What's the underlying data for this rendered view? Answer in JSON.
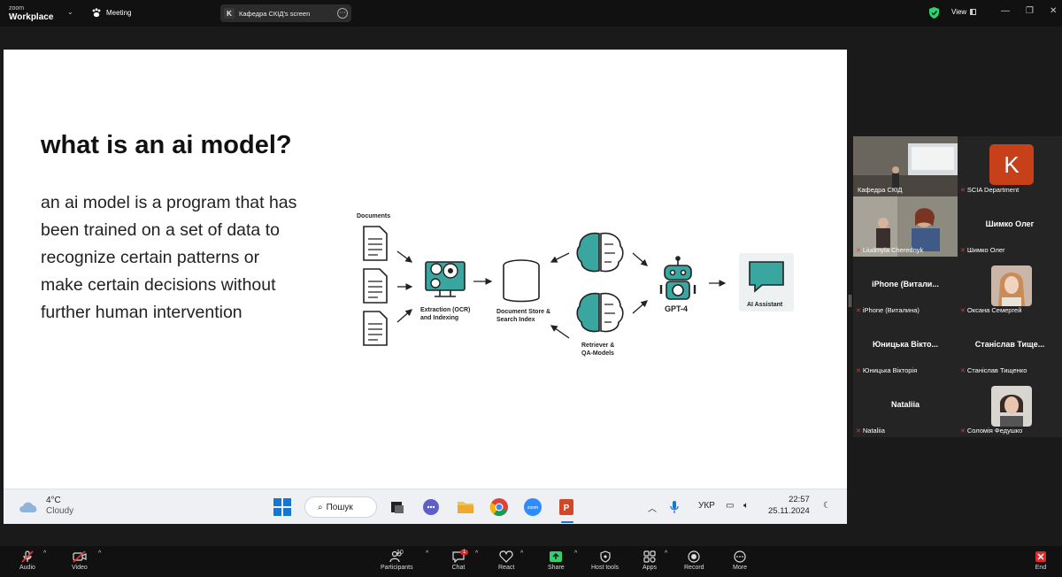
{
  "titlebar": {
    "brand_small": "zoom",
    "brand_big": "Workplace",
    "meeting_label": "Meeting",
    "shared_screen_initial": "K",
    "shared_screen_label": "Кафедра СКІД's screen",
    "view_label": "View"
  },
  "slide": {
    "title": "what is an ai model?",
    "body": "an ai model is a program that has been trained on a set of data to recognize certain patterns or make certain decisions without further human intervention",
    "diagram": {
      "documents": "Documents",
      "extraction_1": "Extraction (OCR)",
      "extraction_2": "and Indexing",
      "store_1": "Document Store &",
      "store_2": "Search Index",
      "retriever_1": "Retriever &",
      "retriever_2": "QA-Models",
      "gpt": "GPT-4",
      "assistant": "AI Assistant"
    }
  },
  "taskbar": {
    "temp": "4°C",
    "condition": "Cloudy",
    "search_label": "Пошук",
    "lang": "УКР",
    "time": "22:57",
    "date": "25.11.2024"
  },
  "gallery": {
    "tiles": [
      {
        "name": "Кафедра СКІД"
      },
      {
        "name": "SCIA Department",
        "initial": "K"
      },
      {
        "name": "Liudmyla Cherednyk"
      },
      {
        "name": "Шимко Олег",
        "big": "Шимко Олег"
      },
      {
        "name": "iPhone (Виталина)",
        "big": "iPhone  (Витали..."
      },
      {
        "name": "Оксана Семергей"
      },
      {
        "name": "Юницька Вікторія",
        "big": "Юницька  Вікто..."
      },
      {
        "name": "Станіслав Тищенко",
        "big": "Станіслав  Тище..."
      },
      {
        "name": "Nataliia",
        "big": "Nataliia"
      },
      {
        "name": "Соломія Федушко"
      }
    ]
  },
  "controls": {
    "audio": "Audio",
    "video": "Video",
    "participants": "Participants",
    "participants_count": "10",
    "chat": "Chat",
    "chat_badge": "1",
    "react": "React",
    "share": "Share",
    "host_tools": "Host tools",
    "apps": "Apps",
    "record": "Record",
    "more": "More",
    "end": "End"
  },
  "colors": {
    "teal": "#3aa6a0",
    "active_outline": "#2dd36f",
    "avatar_k": "#c8401a",
    "end_red": "#e02828"
  }
}
